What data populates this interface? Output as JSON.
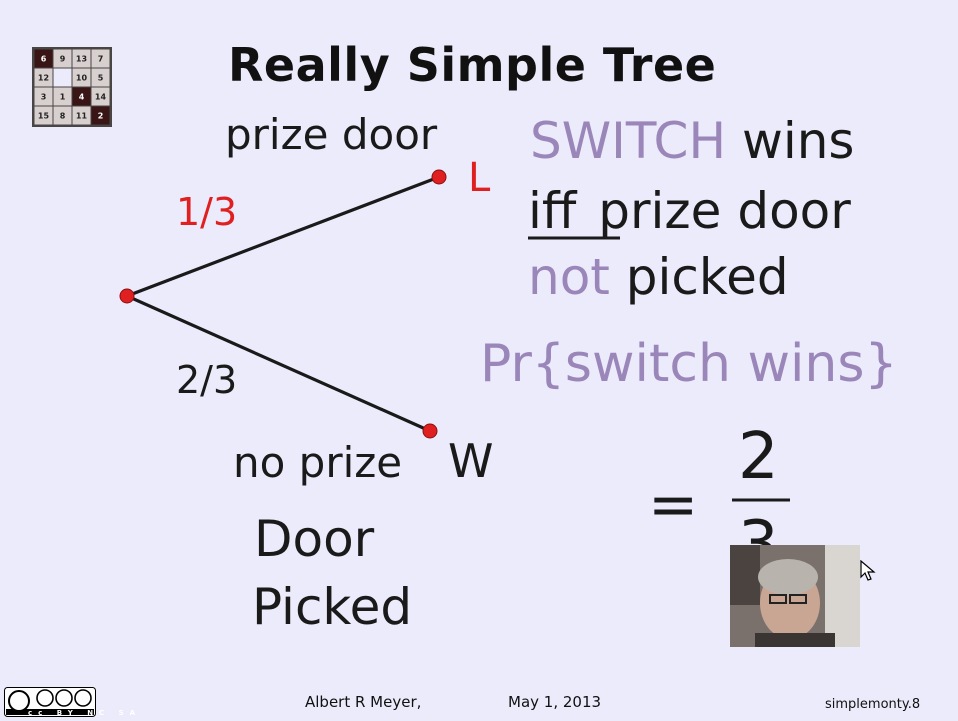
{
  "title": "Really Simple Tree",
  "puzzle": {
    "cells": [
      "6",
      "9",
      "13",
      "7",
      "12",
      "",
      "10",
      "5",
      "3",
      "1",
      "4",
      "14",
      "15",
      "8",
      "11",
      "2"
    ],
    "dark_cells": [
      0,
      10,
      15
    ]
  },
  "tree": {
    "top_header": "prize door",
    "top_prob": "1/3",
    "top_leaf": "L",
    "bottom_prob": "2/3",
    "bottom_leaf": "W",
    "bottom_line1": "no prize",
    "bottom_line2": "Door",
    "bottom_line3": "Picked"
  },
  "rule": {
    "switch_word": "SWITCH",
    "wins_word": "wins",
    "iff_word": "iff",
    "prize_door": "prize door",
    "not_word": "not",
    "picked_word": "picked"
  },
  "probability": {
    "pr_prefix": "Pr{",
    "expr_switch": "switch",
    "expr_wins": "wins",
    "pr_suffix": "}",
    "equals": "=",
    "numerator": "2",
    "denominator": "3"
  },
  "footer": {
    "author": "Albert R Meyer,",
    "date": "May 1, 2013",
    "slide_id": "simplemonty.8",
    "license": "cc BY NC SA"
  },
  "colors": {
    "red": "#e02020",
    "purple": "#9a86b8",
    "ink": "#1a1a1a"
  }
}
